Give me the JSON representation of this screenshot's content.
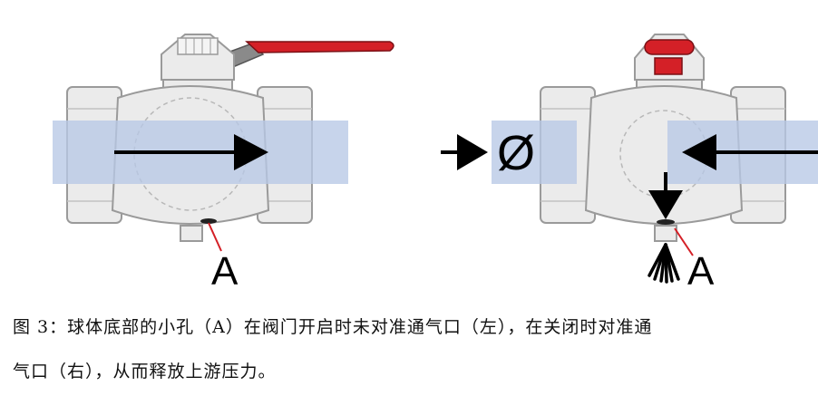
{
  "figure": {
    "left_valve": {
      "label": "A"
    },
    "right_valve": {
      "label": "A",
      "blocked_symbol": "Ø"
    }
  },
  "caption": {
    "line1": "图 3：球体底部的小孔（A）在阀门开启时未对准通气口（左），在关闭时对准通",
    "line2": "气口（右），从而释放上游压力。"
  },
  "colors": {
    "handle": "#d42027",
    "pipe_flow": "#b7c8e6",
    "valve_body": "#ebebeb",
    "outline": "#9a9a9a",
    "indicator": "#d42027",
    "arrow": "#000000"
  }
}
